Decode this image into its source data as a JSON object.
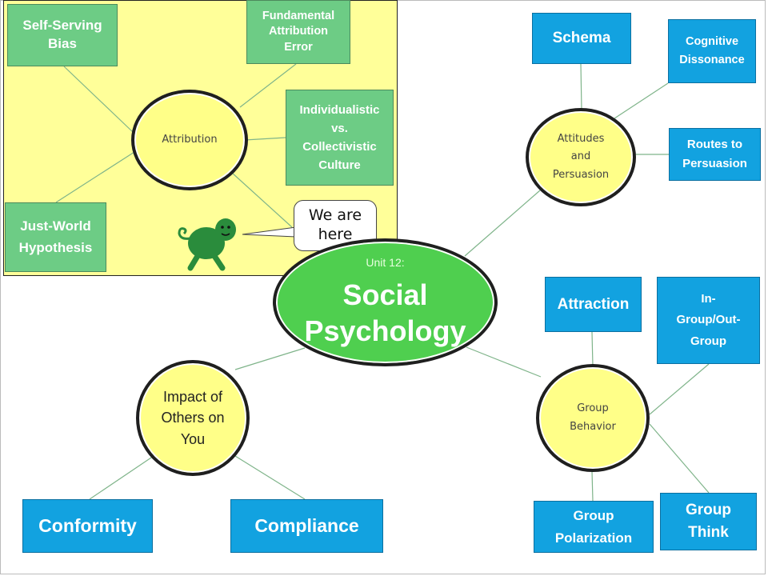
{
  "attribution": {
    "circle_label": "Attribution",
    "self_serving_bias": "Self-Serving Bias",
    "fundamental_attribution_error": "Fundamental Attribution Error",
    "individualistic_vs_collectivistic": "Individualistic vs. Collectivistic Culture",
    "just_world_hypothesis": "Just-World Hypothesis"
  },
  "speech_bubble": "We are here",
  "center": {
    "unit": "Unit 12:",
    "title": "Social Psychology"
  },
  "attitudes": {
    "circle_label": "Attitudes and Persuasion",
    "schema": "Schema",
    "cognitive_dissonance": "Cognitive Dissonance",
    "routes_to_persuasion": "Routes to Persuasion"
  },
  "group_behavior": {
    "circle_label": "Group Behavior",
    "attraction": "Attraction",
    "in_out_group": "In-Group/Out-Group",
    "group_polarization": "Group Polarization",
    "group_think": "Group Think"
  },
  "impact": {
    "circle_label": "Impact of Others on You",
    "conformity": "Conformity",
    "compliance": "Compliance"
  },
  "colors": {
    "panel": "#ffff99",
    "green_box": "#6dcc85",
    "blue_box": "#12a2e0",
    "center": "#4fcf4f",
    "circle": "#ffff88",
    "turtle": "#2a8c3c"
  }
}
